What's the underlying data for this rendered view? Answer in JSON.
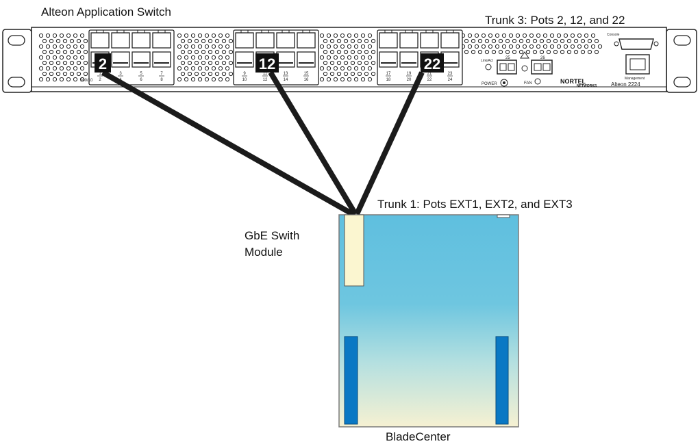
{
  "labels": {
    "switch_name": "Alteon Application Switch",
    "trunk3": "Trunk 3: Pots 2, 12, and 22",
    "trunk1": "Trunk 1: Pots EXT1, EXT2, and EXT3",
    "module_line1": "GbE Swith",
    "module_line2": "Module",
    "chassis": "BladeCenter"
  },
  "switch_panel": {
    "port_callouts": [
      "2",
      "12",
      "22"
    ],
    "port_numbers": [
      {
        "top": "1",
        "bottom": "2"
      },
      {
        "top": "3",
        "bottom": "4"
      },
      {
        "top": "5",
        "bottom": "6"
      },
      {
        "top": "7",
        "bottom": "8"
      },
      {
        "top": "9",
        "bottom": "10"
      },
      {
        "top": "11",
        "bottom": "12"
      },
      {
        "top": "13",
        "bottom": "14"
      },
      {
        "top": "15",
        "bottom": "16"
      },
      {
        "top": "17",
        "bottom": "18"
      },
      {
        "top": "19",
        "bottom": "20"
      },
      {
        "top": "21",
        "bottom": "22"
      },
      {
        "top": "23",
        "bottom": "24"
      }
    ],
    "speed_label": "100/10",
    "linkact_label": "Link/Act",
    "port25_label": "25",
    "port26_label": "26",
    "power_label": "POWER",
    "fan_label": "FAN",
    "console_label": "Console",
    "management_label": "Management",
    "brand_top": "NORTEL",
    "brand_bottom": "NETWORKS",
    "model_label": "Alteon 2224"
  },
  "colors": {
    "cable": "#1b1b1b",
    "chassis_top": "#5fbfdf",
    "chassis_bottom": "#f6f1d2",
    "module": "#fbf6d0",
    "blade_slot": "#0a78c4",
    "panel_stroke": "#222222"
  }
}
